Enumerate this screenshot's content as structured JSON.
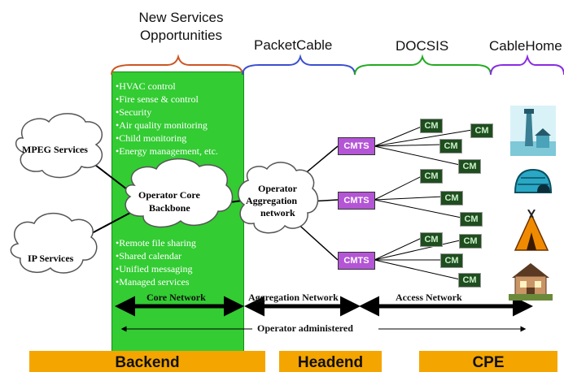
{
  "top_labels": {
    "new_services": [
      "New Services",
      "Opportunities"
    ],
    "packetcable": "PacketCable",
    "docsis": "DOCSIS",
    "cablehome": "CableHome"
  },
  "services_top": [
    "•HVAC control",
    "•Fire sense & control",
    "•Security",
    "•Air quality monitoring",
    "•Child monitoring",
    "•Energy management, etc."
  ],
  "services_bottom": [
    "•Remote file sharing",
    "•Shared calendar",
    "•Unified messaging",
    "•Managed services"
  ],
  "clouds": {
    "mpeg": "MPEG Services",
    "ip": "IP Services",
    "core": [
      "Operator Core",
      "Backbone"
    ],
    "aggregation": [
      "Operator",
      "Aggregation",
      "network"
    ]
  },
  "cmts_label": "CMTS",
  "cm_label": "CM",
  "networks": {
    "core": "Core Network",
    "aggregation": "Aggregation Network",
    "access": "Access Network",
    "administered": "Operator administered"
  },
  "bottom_boxes": [
    "Backend",
    "Headend",
    "CPE"
  ],
  "colors": {
    "green_panel": "#33cc33",
    "cmts": "#b455d6",
    "cm": "#1f4d1f",
    "bottom": "#f5a500",
    "brace_packetcable": "#3b4fd0",
    "brace_docsis": "#22aa22",
    "brace_cablehome": "#8a2be2",
    "brace_services": "#cc5522"
  },
  "icons": [
    "lighthouse-house-icon",
    "igloo-icon",
    "teepee-icon",
    "house-icon"
  ]
}
